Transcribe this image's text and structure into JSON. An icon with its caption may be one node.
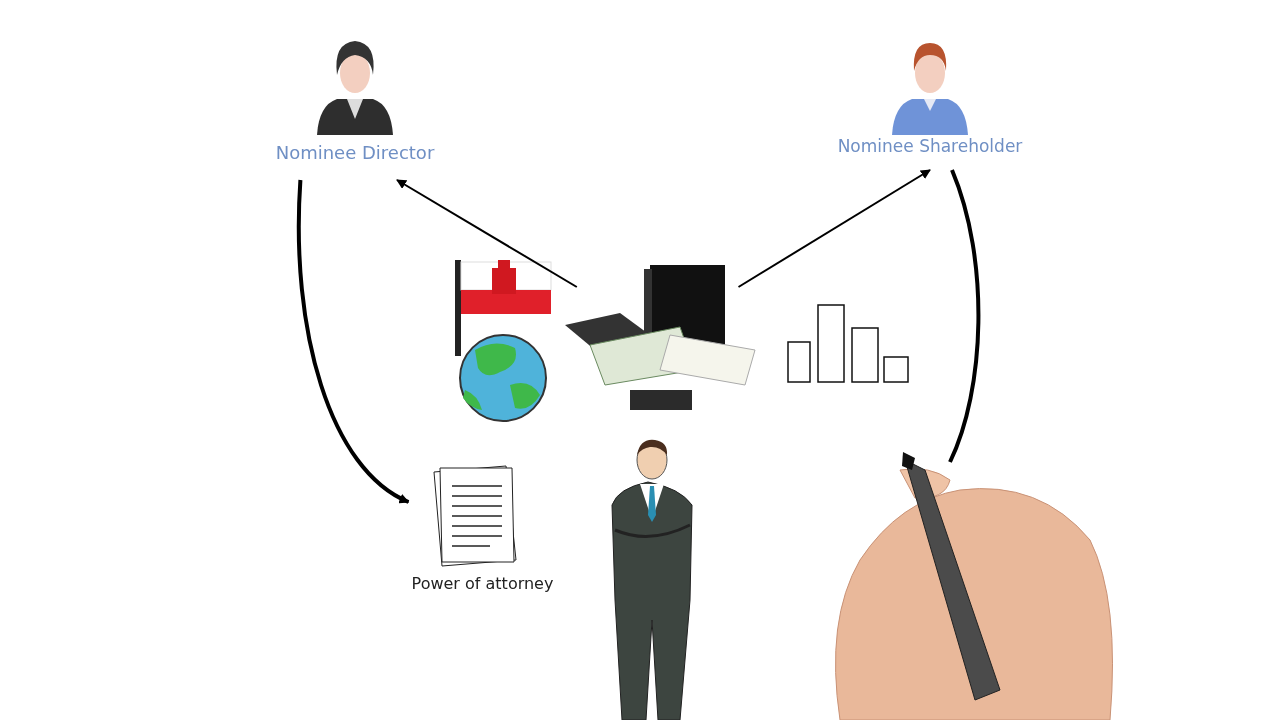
{
  "diagram": {
    "nodes": [
      {
        "text": [
          "Nominee Director"
        ]
      },
      {
        "text": [
          "Nominee Shareholder"
        ]
      },
      {
        "text": [],
        "shape": "picture"
      },
      {
        "text": [
          "Power of attorney"
        ]
      }
    ],
    "edges": [
      {
        "from": 2,
        "to": 0,
        "arrow": "to"
      },
      {
        "from": 2,
        "to": 1,
        "arrow": "to"
      },
      {
        "from": 0,
        "to": 3,
        "arrow": "to",
        "style": "thick"
      },
      {
        "from": 1,
        "to": null,
        "arrow": "none",
        "style": "thick"
      }
    ]
  }
}
